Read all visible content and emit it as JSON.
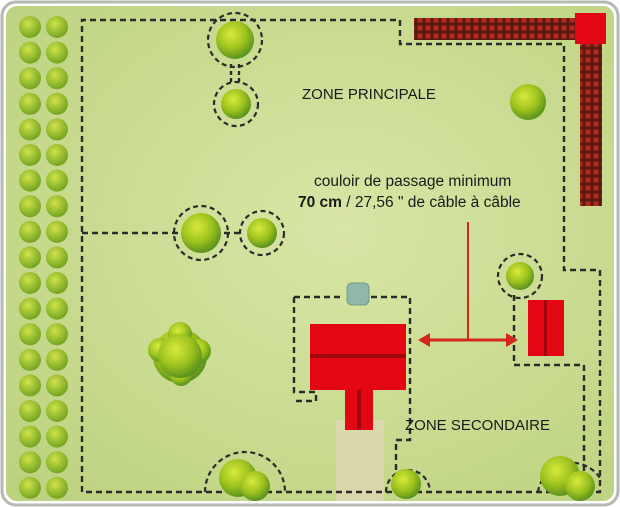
{
  "labels": {
    "zone_principale": "ZONE PRINCIPALE",
    "zone_secondaire": "ZONE SECONDAIRE",
    "corridor_line1": "couloir de passage minimum",
    "corridor_bold": "70 cm",
    "corridor_rest": " / 27,56 \" de câble à câble"
  },
  "colors": {
    "lawn": "#c9db93",
    "border_frame": "#b6b9b1",
    "boundary_wire": "#2b2b2b",
    "building_red": "#e30613",
    "fence_dark": "#5a1a12",
    "arrow_red": "#d3261e",
    "tree_green": "#a4c41e",
    "charging_station": "#8fb8a8",
    "path_sand": "#ddd7b0"
  },
  "icons": {
    "tree": "round-tree-icon",
    "house": "house-icon",
    "shed": "shed-icon",
    "fence": "fence-icon",
    "charging_station": "charging-station-icon",
    "arrow": "double-arrow-icon"
  }
}
